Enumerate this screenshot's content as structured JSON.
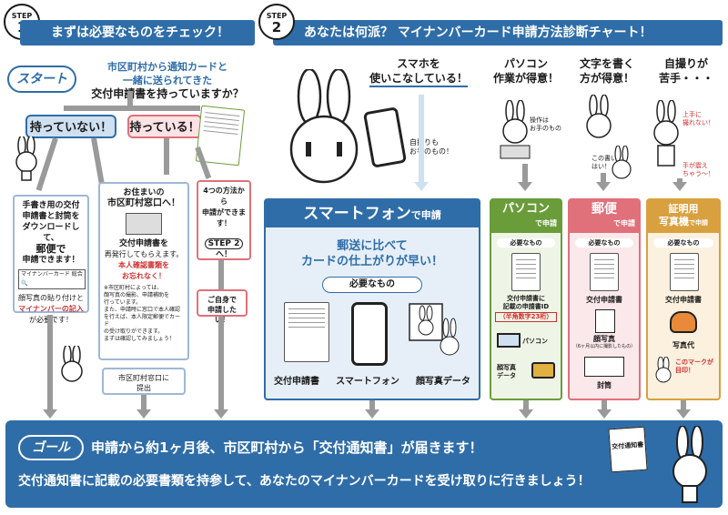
{
  "step1": {
    "badge_top": "STEP",
    "badge_num": "1",
    "title": "まずは必要なものをチェック！"
  },
  "step2": {
    "badge_top": "STEP",
    "badge_num": "2",
    "title": "あなたは何派？ マイナンバーカード申請方法診断チャート！"
  },
  "start": {
    "label": "スタート",
    "question_line1": "市区町村から通知カードと",
    "question_line2": "一緒に送られてきた",
    "question_line3": "交付申請書を持っていますか？"
  },
  "no_card": {
    "label": "持っていない！"
  },
  "have_card": {
    "label": "持っている！"
  },
  "option_download": {
    "line1": "手書き用の交付",
    "line2": "申請書と封筒を",
    "line3": "ダウンロードして、",
    "line4": "郵便で",
    "line5": "申請できます！",
    "search_text": "マイナンバーカード 総合",
    "note1": "顔写真の貼り付けと",
    "note2": "マイナンバーの記入",
    "note3": "が必要です！"
  },
  "option_office": {
    "line1": "お住まいの",
    "line2": "市区町村窓口へ！",
    "reissue1": "交付申請書を",
    "reissue2": "再発行してもらえます。",
    "warn1": "本人確認書類を",
    "warn2": "お忘れなく！",
    "fine1": "※市区町村によっては、",
    "fine2": "顔写真の撮影、申請補助を",
    "fine3": "行っています。",
    "fine4": "また、申請時に窓口で本人確認",
    "fine5": "を行えば、本人限定郵便でカード",
    "fine6": "の受け取りができます。",
    "fine7": "まずは確認してみましょう！",
    "counter": "市区町村窓口に",
    "counter2": "提出"
  },
  "option_four": {
    "line1": "4つの方法から",
    "line2": "申請ができます！",
    "step_label": "STEP 2",
    "step_suffix": "へ！"
  },
  "self_apply": {
    "line1": "ご自身で",
    "line2": "申請したい！"
  },
  "bubbles": {
    "smartphone": {
      "line1": "スマホを",
      "line2": "使いこなしている！"
    },
    "pc": {
      "line1": "パソコン",
      "line2": "作業が得意！"
    },
    "mail": {
      "line1": "文字を書く",
      "line2": "方が得意！"
    },
    "photo": {
      "line1": "自撮りが",
      "line2": "苦手・・・"
    }
  },
  "side_notes": {
    "selfie1": "自撮りも",
    "selfie2": "お手のもの！",
    "pc1": "操作は",
    "pc2": "お手のもの",
    "mail1": "この書い",
    "mail2": "はい！",
    "photo1": "上手に",
    "photo2": "撮れない！",
    "photo3": "手が震え",
    "photo4": "ちゃう～！"
  },
  "methods": {
    "smartphone": {
      "title": "スマートフォン",
      "suffix": "で申請",
      "lead1": "郵送に比べて",
      "lead2": "カードの仕上がりが早い！",
      "needed": "必要なもの",
      "items": [
        "交付申請書",
        "スマートフォン",
        "顔写真データ"
      ]
    },
    "pc": {
      "title": "パソコン",
      "suffix": "で申請",
      "needed": "必要なもの",
      "item1a": "交付申請書に",
      "item1b": "記載の申請書ID",
      "item1c": "（半角数字23桁）",
      "item2": "パソコン",
      "item3a": "顔写真",
      "item3b": "データ"
    },
    "mail": {
      "title": "郵便",
      "suffix": "で申請",
      "needed": "必要なもの",
      "item1": "交付申請書",
      "item2": "顔写真",
      "item2b": "（6ヶ月以内に撮影したもの）",
      "item3": "封筒"
    },
    "photo": {
      "title1": "証明用",
      "title2": "写真機",
      "suffix": "で申請",
      "needed": "必要なもの",
      "item1": "交付申請書",
      "item2": "写真代",
      "note1": "このマークが",
      "note2": "目印！"
    }
  },
  "goal": {
    "label": "ゴール",
    "line1": "申請から約1ヶ月後、市区町村から「交付通知書」が届きます！",
    "line2": "交付通知書に記載の必要書類を持参して、あなたのマイナンバーカードを受け取りに行きましょう！",
    "notice_doc": "交付通知書"
  },
  "colors": {
    "blue": "#2f6da8",
    "light_blue": "#cfe0f1",
    "green": "#6a9c3a",
    "pink": "#e0707a",
    "orange": "#d9a040",
    "red": "#d03030",
    "gray_arrow": "#9a9a9a"
  }
}
